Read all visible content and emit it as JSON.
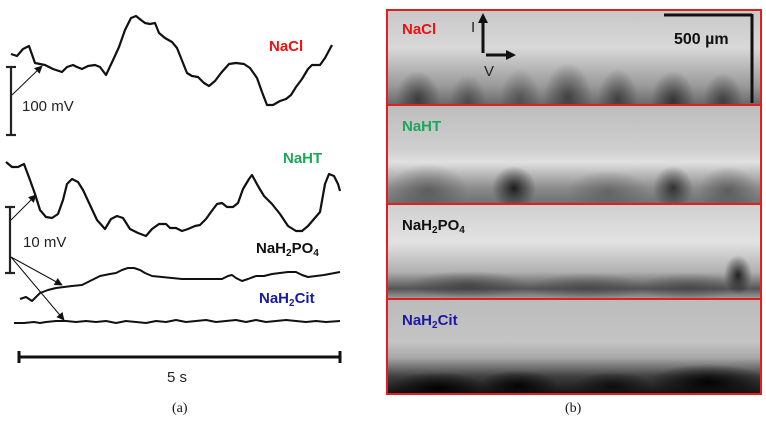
{
  "panel_a": {
    "caption": "(a)",
    "traces": [
      {
        "name": "NaCl",
        "label": "NaCl",
        "color": "#ee1111"
      },
      {
        "name": "NaHT",
        "label": "NaHT",
        "color": "#1aaa55"
      },
      {
        "name": "NaH2PO4",
        "label_main": "NaH",
        "label_sub1": "2",
        "label_mid": "PO",
        "label_sub2": "4",
        "color": "#111111"
      },
      {
        "name": "NaH2Cit",
        "label_main": "NaH",
        "label_sub1": "2",
        "label_mid": "Cit",
        "color": "#1a1aa0"
      }
    ],
    "scale_bar_top": "100 mV",
    "scale_bar_bottom": "10 mV",
    "time_scale": "5 s"
  },
  "panel_b": {
    "caption": "(b)",
    "strips": [
      {
        "name": "NaCl",
        "label": "NaCl",
        "color": "#ee1111"
      },
      {
        "name": "NaHT",
        "label": "NaHT",
        "color": "#1aaa55"
      },
      {
        "name": "NaH2PO4",
        "label_main": "NaH",
        "label_sub1": "2",
        "label_mid": "PO",
        "label_sub2": "4",
        "color": "#111111"
      },
      {
        "name": "NaH2Cit",
        "label_main": "NaH",
        "label_sub1": "2",
        "label_mid": "Cit",
        "color": "#1a1aa0"
      }
    ],
    "axis_I": "I",
    "axis_V": "V",
    "scale_bar": "500 µm"
  },
  "colors": {
    "frame": "#e02020",
    "trace": "#111111"
  }
}
